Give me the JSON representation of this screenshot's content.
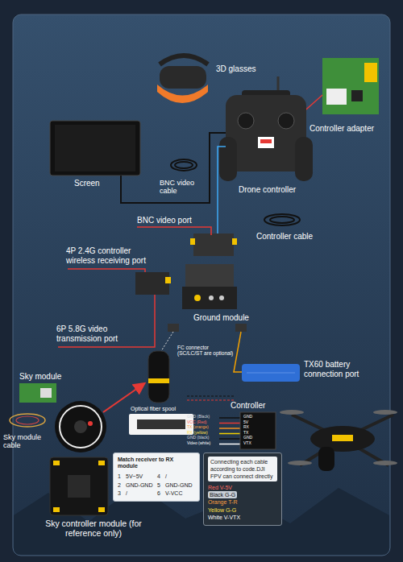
{
  "diagram": {
    "nodes": [
      {
        "text": [
          "Match receiver to RX module",
          "1",
          "5V~5V",
          "4",
          "/",
          "2",
          "GND-GND",
          "5",
          "GND-GND",
          "3",
          "/",
          "6",
          "V-VCC"
        ]
      },
      {
        "text": [
          "Connecting each cable according to code.DJI FPV can connect directly",
          "Red V-5V",
          "Black G-G",
          "Orange T-R",
          "Yellow G-G",
          "White V-VTX"
        ]
      }
    ],
    "labels": [
      "3D glasses",
      "Controller adapter",
      "Screen",
      "BNC video cable",
      "Drone controller",
      "Controller cable",
      "BNC video port",
      "4P 2.4G controller wireless receiving port",
      "Ground module",
      "6P 5.8G video transmission port",
      "FC connector (SC/LC/ST are optional)",
      "TX60 battery connection port",
      "Sky module",
      "Optical fiber spool",
      "Controller",
      "Sky module cable",
      "Sky controller module (for reference only)",
      "GND (Black)",
      "VCC (Red)",
      "TX (orange)",
      "RX (yellow)",
      "GND (black)",
      "Video (white)",
      "GND",
      "5V",
      "RX",
      "TX",
      "GND",
      "VTX"
    ]
  }
}
